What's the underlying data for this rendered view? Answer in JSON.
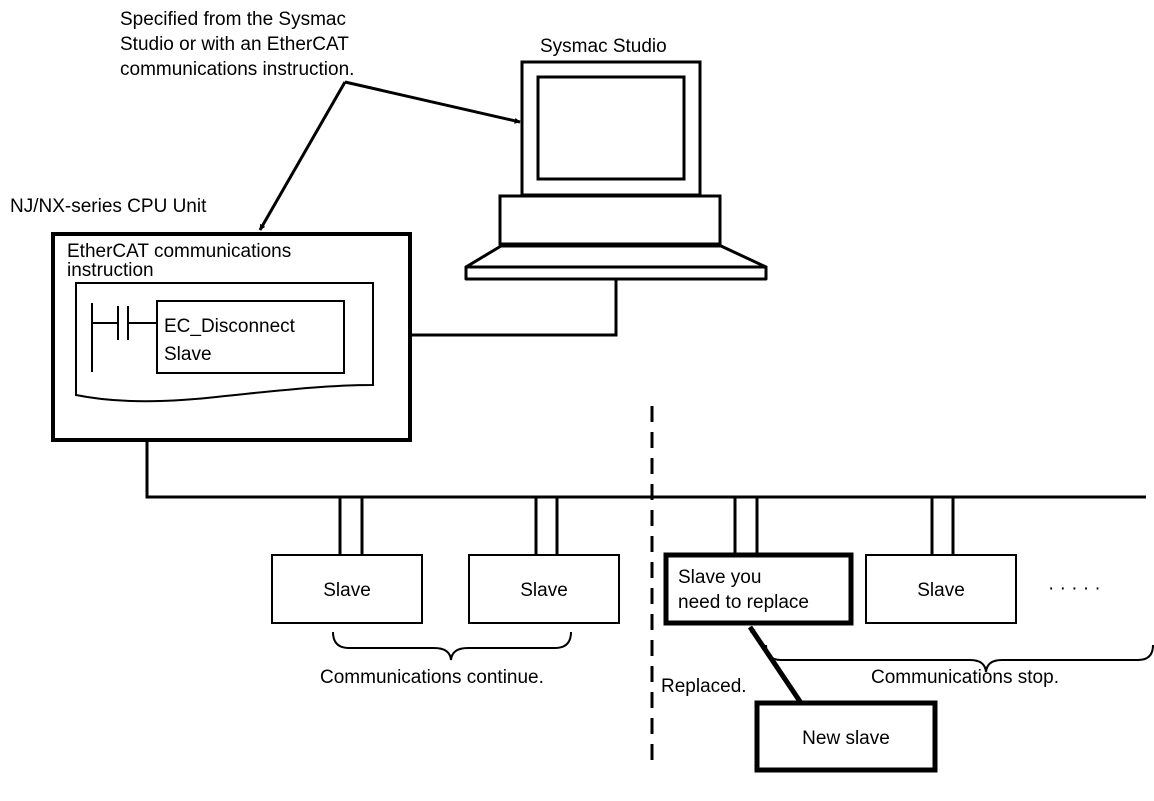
{
  "annotation": {
    "lines": [
      "Specified from the Sysmac",
      "Studio or with an EtherCAT",
      "communications instruction."
    ]
  },
  "computer": {
    "label": "Sysmac Studio"
  },
  "cpu_unit": {
    "title": "NJ/NX-series CPU Unit",
    "panel_title_lines": [
      "EtherCAT communications",
      "instruction"
    ],
    "block_lines": [
      "EC_Disconnect",
      "Slave"
    ]
  },
  "slaves": [
    {
      "lines": [
        "Slave"
      ]
    },
    {
      "lines": [
        "Slave"
      ]
    },
    {
      "lines": [
        "Slave you",
        "need to replace"
      ]
    },
    {
      "lines": [
        "Slave"
      ]
    }
  ],
  "ellipsis": "· · · · ·",
  "groups": {
    "continue_label": "Communications continue.",
    "stop_label": "Communications stop."
  },
  "replacement": {
    "replaced_label": "Replaced.",
    "new_slave_label": "New slave"
  }
}
